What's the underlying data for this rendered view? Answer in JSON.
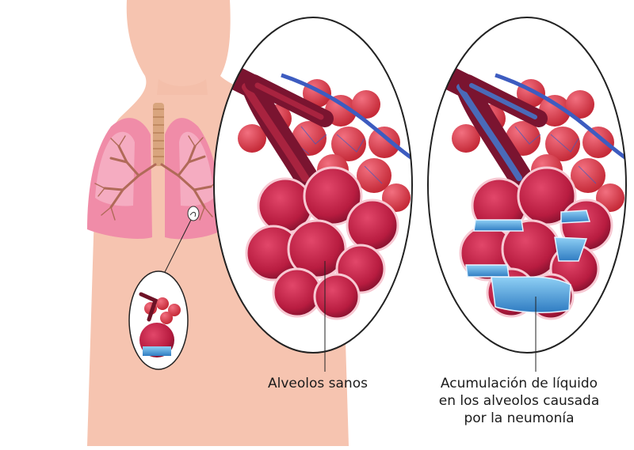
{
  "labels": {
    "healthy": "Alveolos sanos",
    "pneumonia_line1": "Acumulación de líquido",
    "pneumonia_line2": "en los alveolos causada",
    "pneumonia_line3": "por la neumonía"
  },
  "colors": {
    "skin": "#f6c4b0",
    "lung": "#f08ca8",
    "alveoli": "#c8244a",
    "alveoli_dark": "#8c1232",
    "fluid": "#4e9ed8",
    "vein": "#3d5cc0",
    "trachea": "#d9a57e"
  }
}
